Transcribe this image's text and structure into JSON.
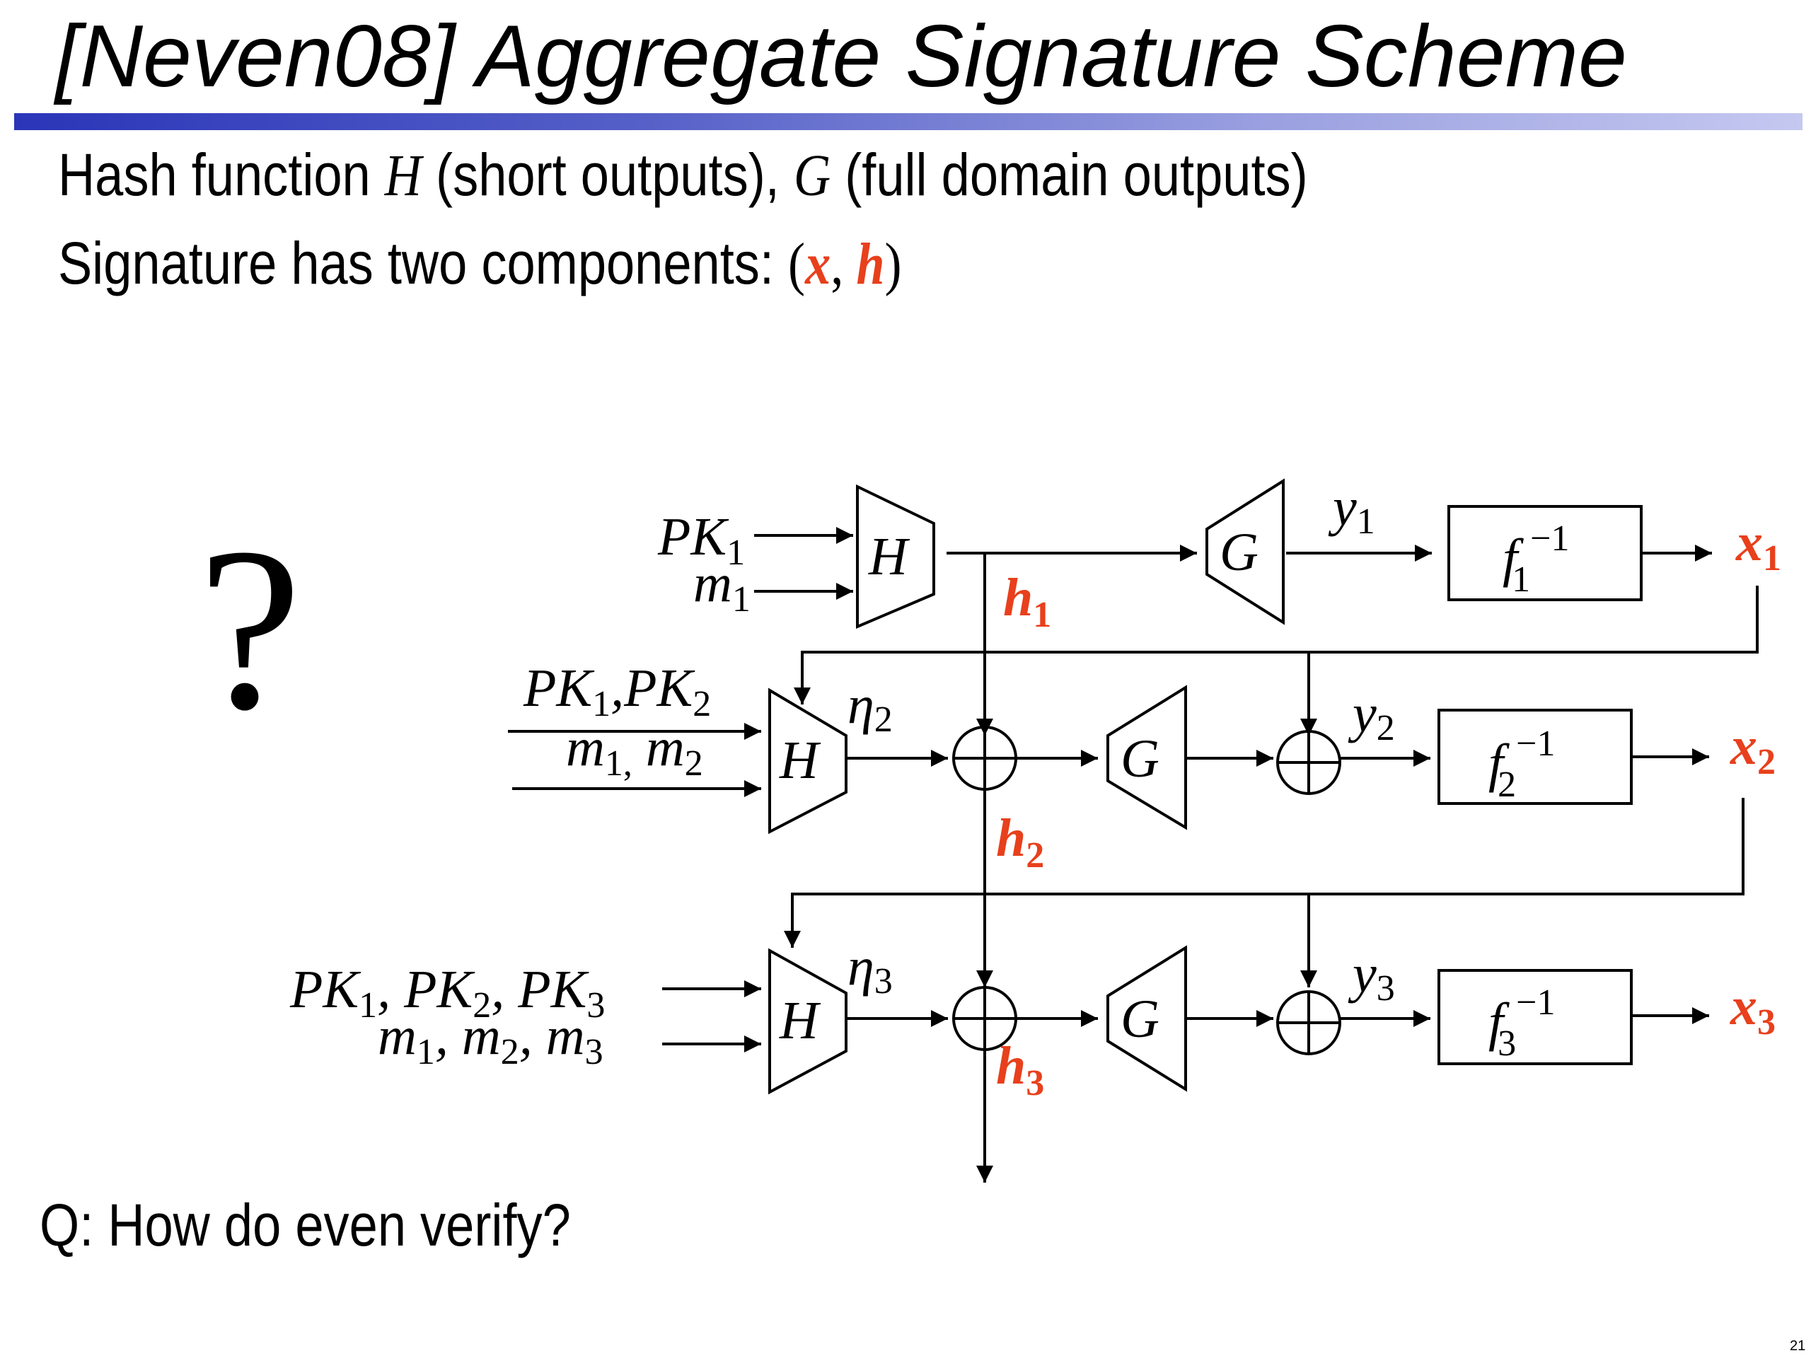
{
  "title": "[Neven08] Aggregate Signature Scheme",
  "line1": {
    "t1": "Hash function ",
    "H": "H",
    "t2": " (short outputs), ",
    "G": "G",
    "t3": " (full domain outputs)"
  },
  "line2": {
    "t1": "Signature has two components: ",
    "open": "(",
    "x": "x",
    "comma": ", ",
    "h": "h",
    "close": ")"
  },
  "big_question_mark": "?",
  "diagram": {
    "H": "H",
    "G": "G",
    "row1": {
      "input1": "PK",
      "input1_sub": "1",
      "input2": "m",
      "input2_sub": "1",
      "y": "y",
      "y_sub": "1",
      "f": "f",
      "f_sub": "1",
      "f_sup": "−1",
      "out": "x",
      "out_sub": "1",
      "h": "h",
      "h_sub": "1"
    },
    "row2": {
      "input1_a": "PK",
      "input1_a_sub": "1",
      "input1_sep": ",",
      "input1_b": "PK",
      "input1_b_sub": "2",
      "input2_a": "m",
      "input2_a_sub": "1,",
      "input2_b": " m",
      "input2_b_sub": "2",
      "eta": "η",
      "eta_sub": "2",
      "y": "y",
      "y_sub": "2",
      "f": "f",
      "f_sub": "2",
      "f_sup": "−1",
      "out": "x",
      "out_sub": "2",
      "h": "h",
      "h_sub": "2"
    },
    "row3": {
      "input1_a": "PK",
      "input1_a_sub": "1",
      "input1_b": ", PK",
      "input1_b_sub": "2",
      "input1_c": ", PK",
      "input1_c_sub": "3",
      "input2_a": "m",
      "input2_a_sub": "1",
      "input2_b": ", m",
      "input2_b_sub": "2",
      "input2_c": ", m",
      "input2_c_sub": "3",
      "eta": "η",
      "eta_sub": "3",
      "y": "y",
      "y_sub": "3",
      "f": "f",
      "f_sub": "3",
      "f_sup": "−1",
      "out": "x",
      "out_sub": "3",
      "h": "h",
      "h_sub": "3"
    }
  },
  "question": "Q: How do even verify?",
  "page_number": "21",
  "colors": {
    "accent_red": "#e8401c",
    "title_bar_start": "#2a35b8",
    "title_bar_end": "#c5c8f0"
  }
}
